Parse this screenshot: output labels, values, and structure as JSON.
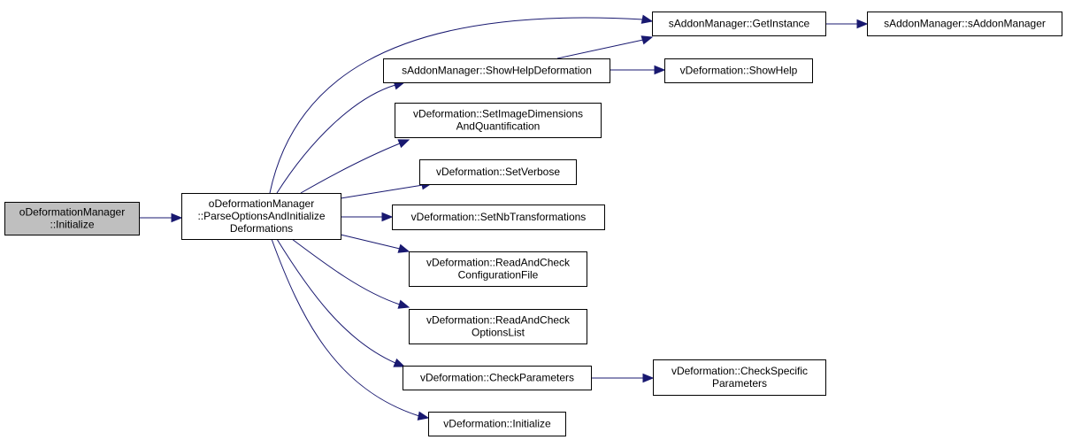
{
  "diagram": {
    "type": "call-graph",
    "edge_color": "#191970",
    "nodes": [
      {
        "id": "n0",
        "lines": [
          "oDeformationManager",
          "::Initialize"
        ],
        "fill": "#bfbfbf",
        "highlighted": true
      },
      {
        "id": "n1",
        "lines": [
          "oDeformationManager",
          "::ParseOptionsAndInitialize",
          "Deformations"
        ],
        "fill": "#ffffff"
      },
      {
        "id": "n2",
        "lines": [
          "sAddonManager::GetInstance"
        ],
        "fill": "#ffffff"
      },
      {
        "id": "n3",
        "lines": [
          "sAddonManager::sAddonManager"
        ],
        "fill": "#ffffff"
      },
      {
        "id": "n4",
        "lines": [
          "sAddonManager::ShowHelpDeformation"
        ],
        "fill": "#ffffff"
      },
      {
        "id": "n5",
        "lines": [
          "vDeformation::ShowHelp"
        ],
        "fill": "#ffffff"
      },
      {
        "id": "n6",
        "lines": [
          "vDeformation::SetImageDimensions",
          "AndQuantification"
        ],
        "fill": "#ffffff"
      },
      {
        "id": "n7",
        "lines": [
          "vDeformation::SetVerbose"
        ],
        "fill": "#ffffff"
      },
      {
        "id": "n8",
        "lines": [
          "vDeformation::SetNbTransformations"
        ],
        "fill": "#ffffff"
      },
      {
        "id": "n9",
        "lines": [
          "vDeformation::ReadAndCheck",
          "ConfigurationFile"
        ],
        "fill": "#ffffff"
      },
      {
        "id": "n10",
        "lines": [
          "vDeformation::ReadAndCheck",
          "OptionsList"
        ],
        "fill": "#ffffff"
      },
      {
        "id": "n11",
        "lines": [
          "vDeformation::CheckParameters"
        ],
        "fill": "#ffffff"
      },
      {
        "id": "n12",
        "lines": [
          "vDeformation::CheckSpecific",
          "Parameters"
        ],
        "fill": "#ffffff"
      },
      {
        "id": "n13",
        "lines": [
          "vDeformation::Initialize"
        ],
        "fill": "#ffffff"
      }
    ],
    "edges": [
      {
        "from": "n0",
        "to": "n1"
      },
      {
        "from": "n1",
        "to": "n2"
      },
      {
        "from": "n1",
        "to": "n4"
      },
      {
        "from": "n1",
        "to": "n6"
      },
      {
        "from": "n1",
        "to": "n7"
      },
      {
        "from": "n1",
        "to": "n8"
      },
      {
        "from": "n1",
        "to": "n9"
      },
      {
        "from": "n1",
        "to": "n10"
      },
      {
        "from": "n1",
        "to": "n11"
      },
      {
        "from": "n1",
        "to": "n13"
      },
      {
        "from": "n2",
        "to": "n3"
      },
      {
        "from": "n4",
        "to": "n2"
      },
      {
        "from": "n4",
        "to": "n5"
      },
      {
        "from": "n11",
        "to": "n12"
      }
    ]
  }
}
